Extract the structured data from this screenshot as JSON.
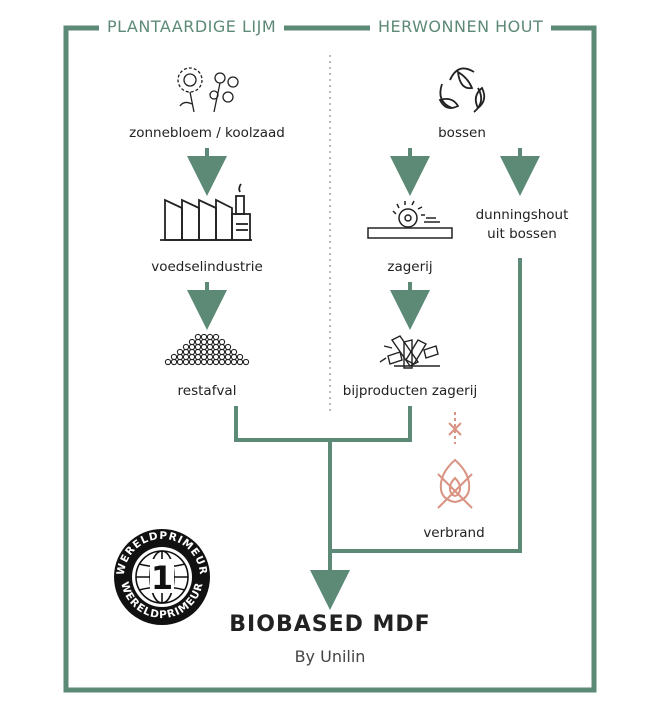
{
  "headers": {
    "left": "PLANTAARDIGE LIJM",
    "right": "HERWONNEN HOUT"
  },
  "nodes": {
    "sunflower": "zonnebloem / koolzaad",
    "food_industry": "voedselindustrie",
    "residue": "restafval",
    "forests": "bossen",
    "sawmill": "zagerij",
    "thinning_wood": "dunningshout\nuit bossen",
    "sawmill_byproducts": "bijproducten zagerij",
    "burn": "verbrand"
  },
  "badge": {
    "text": "WERELDPRIMEUR",
    "number": "1"
  },
  "product": {
    "title": "BIOBASED MDF",
    "subtitle": "By Unilin"
  },
  "colors": {
    "frame_green": "#5d8a76",
    "burn_red": "#d99483",
    "icon_dark": "#222222",
    "divider_gray": "#bbbbbb"
  }
}
